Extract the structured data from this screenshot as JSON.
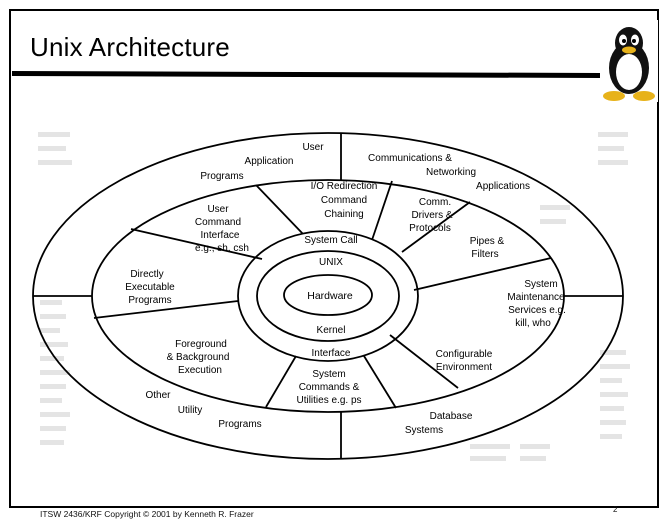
{
  "slide": {
    "title": "Unix Architecture",
    "footer": "ITSW 2436/KRF Copyright © 2001 by Kenneth R. Frazer",
    "page_number": "2",
    "logo": "tux-penguin-icon"
  },
  "diagram": {
    "core": "Hardware",
    "inner_ring": {
      "top": "UNIX",
      "bottom": "Kernel"
    },
    "middle_ring": {
      "top": "System Call",
      "bottom": "Interface"
    },
    "middle_sectors": [
      [
        "I/O Redirection",
        "Command",
        "Chaining"
      ],
      [
        "Comm.",
        "Drivers &",
        "Protocols"
      ],
      [
        "Pipes &",
        "Filters"
      ],
      [
        "System",
        "Maintenance",
        "Services e.g.",
        "kill, who"
      ],
      [
        "Configurable",
        "Environment"
      ],
      [
        "System",
        "Commands &",
        "Utilities e.g. ps"
      ],
      [
        "Foreground",
        "& Background",
        "Execution"
      ],
      [
        "Directly",
        "Executable",
        "Programs"
      ],
      [
        "User",
        "Command",
        "Interface",
        "e.g., sh, csh"
      ]
    ],
    "outer_sectors": {
      "user_application_programs": [
        "User",
        "Application",
        "Programs"
      ],
      "communications_networking": [
        "Communications &",
        "Networking",
        "Applications"
      ],
      "database_systems": [
        "Database",
        "Systems"
      ],
      "other_utility_programs": [
        "Other",
        "Utility",
        "Programs"
      ]
    }
  }
}
